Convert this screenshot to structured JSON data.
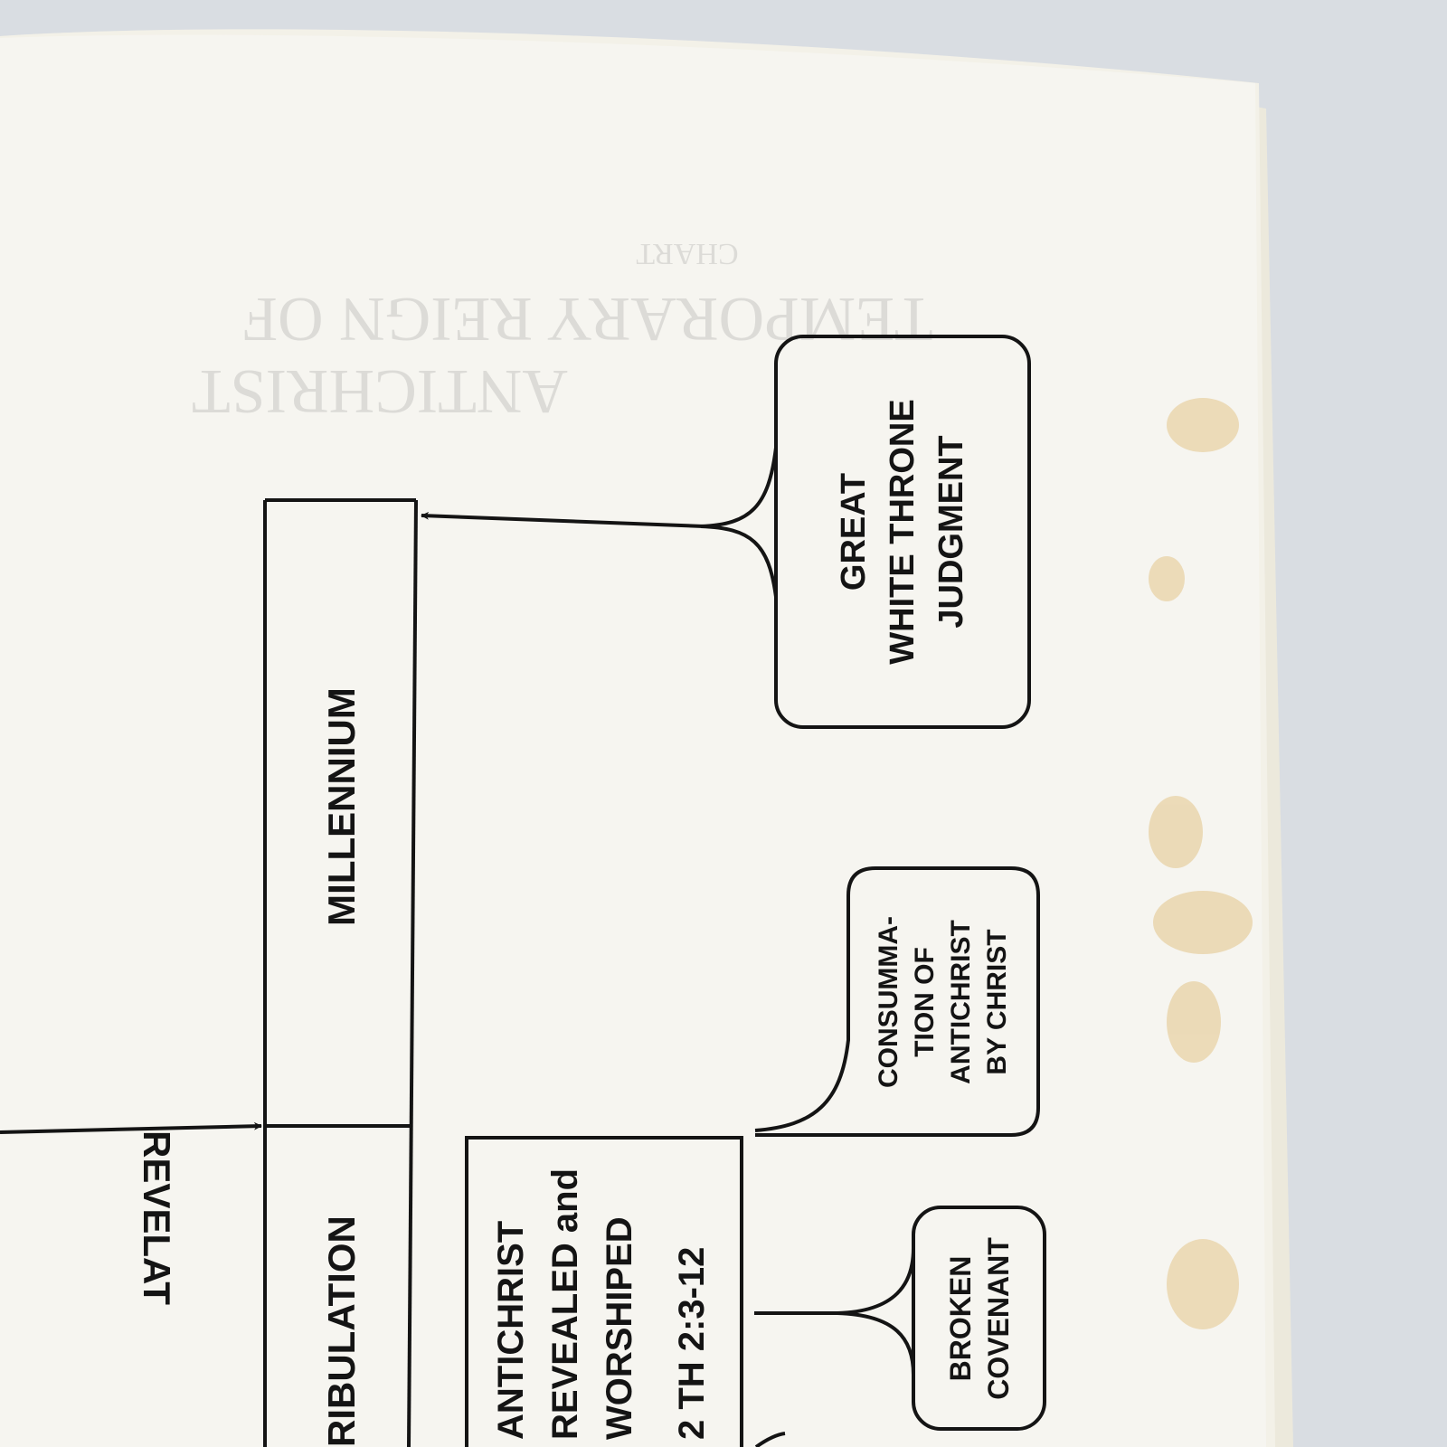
{
  "diagram": {
    "nodes": {
      "millennium": "MILLENNIUM",
      "tribulation": "RIBULATION",
      "revelation": "REVELAT",
      "great_white_throne": [
        "GREAT",
        "WHITE THRONE",
        "JUDGMENT"
      ],
      "consummation": [
        "CONSUMMA-",
        "TION OF",
        "ANTICHRIST",
        "BY CHRIST"
      ],
      "antichrist": [
        "ANTICHRIST",
        "REVEALED and",
        "WORSHIPED",
        "2 TH 2:3-12"
      ],
      "broken_covenant": [
        "BROKEN",
        "COVENANT"
      ]
    },
    "show_through": [
      "TEMPORARY REIGN OF",
      "ANTICHRIST",
      "CHART"
    ]
  },
  "colors": {
    "ink": "#141414",
    "paper": "#f6f5f0",
    "page_edge": "#ece9dc",
    "background": "#d9dde2",
    "stain": "#e3c58a"
  }
}
